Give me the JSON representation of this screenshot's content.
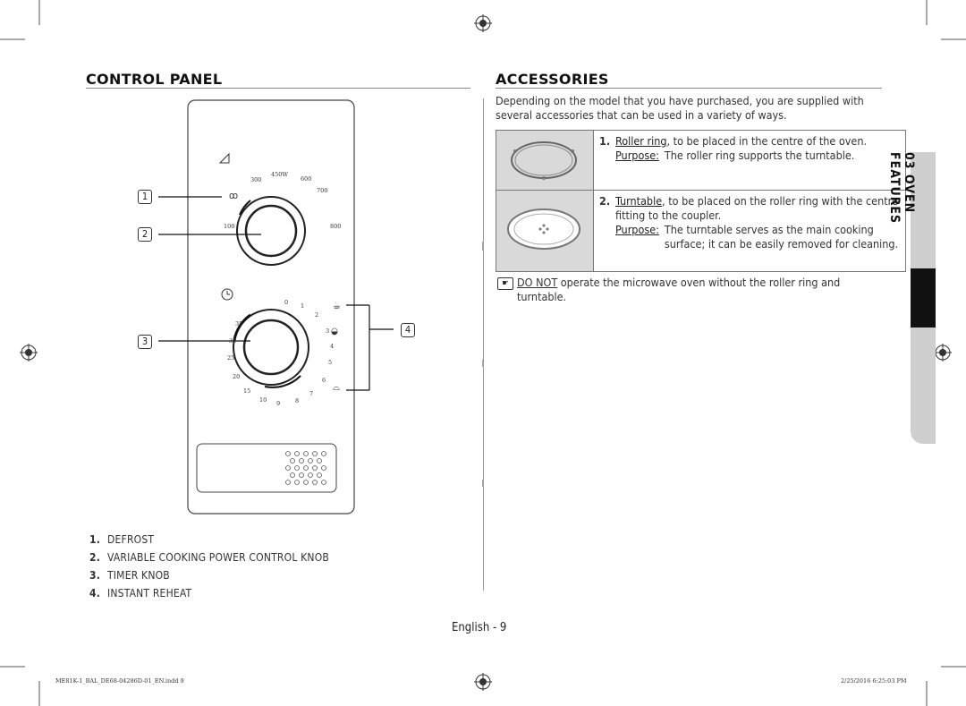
{
  "control_panel": {
    "heading": "CONTROL PANEL",
    "callouts": [
      "1",
      "2",
      "3",
      "4"
    ],
    "power_knob": {
      "labels": [
        "300",
        "450W",
        "600",
        "700",
        "800",
        "100"
      ]
    },
    "timer_knob": {
      "labels": [
        "0",
        "1",
        "2",
        "3",
        "4",
        "5",
        "6",
        "7",
        "8",
        "9",
        "10",
        "15",
        "20",
        "25",
        "30",
        "35"
      ]
    },
    "list": [
      {
        "num": "1.",
        "text": "DEFROST"
      },
      {
        "num": "2.",
        "text": "VARIABLE COOKING POWER CONTROL KNOB"
      },
      {
        "num": "3.",
        "text": "TIMER KNOB"
      },
      {
        "num": "4.",
        "text": "INSTANT REHEAT"
      }
    ]
  },
  "accessories": {
    "heading": "ACCESSORIES",
    "intro": "Depending on the model that you have purchased, you are supplied with several accessories that can be used in a variety of ways.",
    "items": [
      {
        "num": "1.",
        "name": "Roller ring",
        "desc": ", to be placed in the centre of the oven.",
        "purpose_label": "Purpose:",
        "purpose_text": "The roller ring supports the turntable."
      },
      {
        "num": "2.",
        "name": "Turntable",
        "desc": ", to be placed on the roller ring with the centre fitting to the coupler.",
        "purpose_label": "Purpose:",
        "purpose_text": "The turntable serves as the main cooking surface; it can be easily removed for cleaning."
      }
    ],
    "note_keyword": "DO NOT",
    "note_text": " operate the microwave oven without the roller ring and turntable."
  },
  "side_tab": {
    "label": "03  OVEN FEATURES"
  },
  "footer": {
    "page_label": "English - 9",
    "file_info": "ME81K-1_BAL_DE68-04286D-01_EN.indd   9",
    "timestamp": "2/25/2016   6:25:03 PM"
  }
}
